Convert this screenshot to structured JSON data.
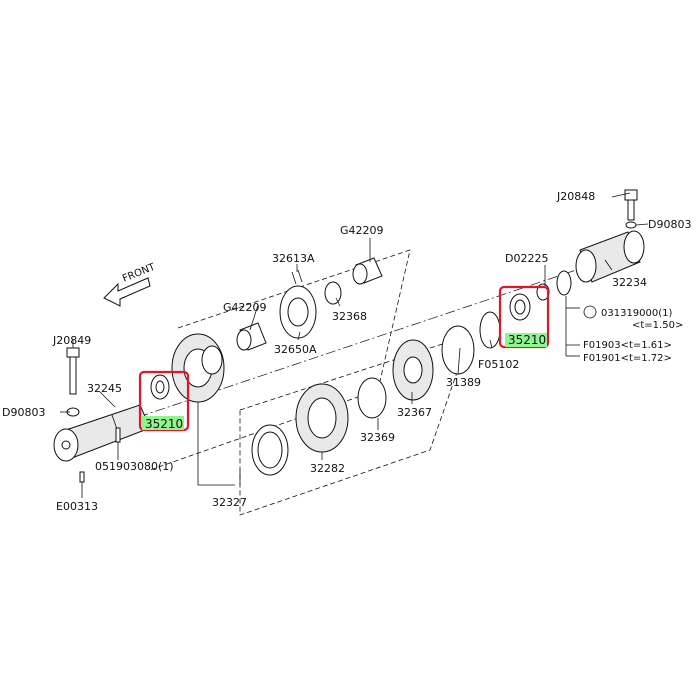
{
  "labels": {
    "j20848": "J20848",
    "d90803_right": "D90803",
    "g42209_top": "G42209",
    "p32613a": "32613A",
    "d02225": "D02225",
    "p32234": "32234",
    "g42209_left": "G42209",
    "p32368": "32368",
    "p32650a": "32650A",
    "p031319000": "031319000(1)",
    "t150": "<t=1.50>",
    "f01903": "F01903<t=1.61>",
    "f01901": "F01901<t=1.72>",
    "f05102": "F05102",
    "p31389": "31389",
    "p32367": "32367",
    "j20849": "J20849",
    "p32245": "32245",
    "d90803_left": "D90803",
    "p051903080": "051903080(1)",
    "e00313": "E00313",
    "p32369": "32369",
    "p32282": "32282",
    "p32327": "32327",
    "front": "FRONT"
  },
  "highlights": {
    "left_part": "35210",
    "right_part": "35210"
  },
  "colors": {
    "highlight_border": "#e0162b",
    "highlight_fill": "#8ff58f"
  }
}
